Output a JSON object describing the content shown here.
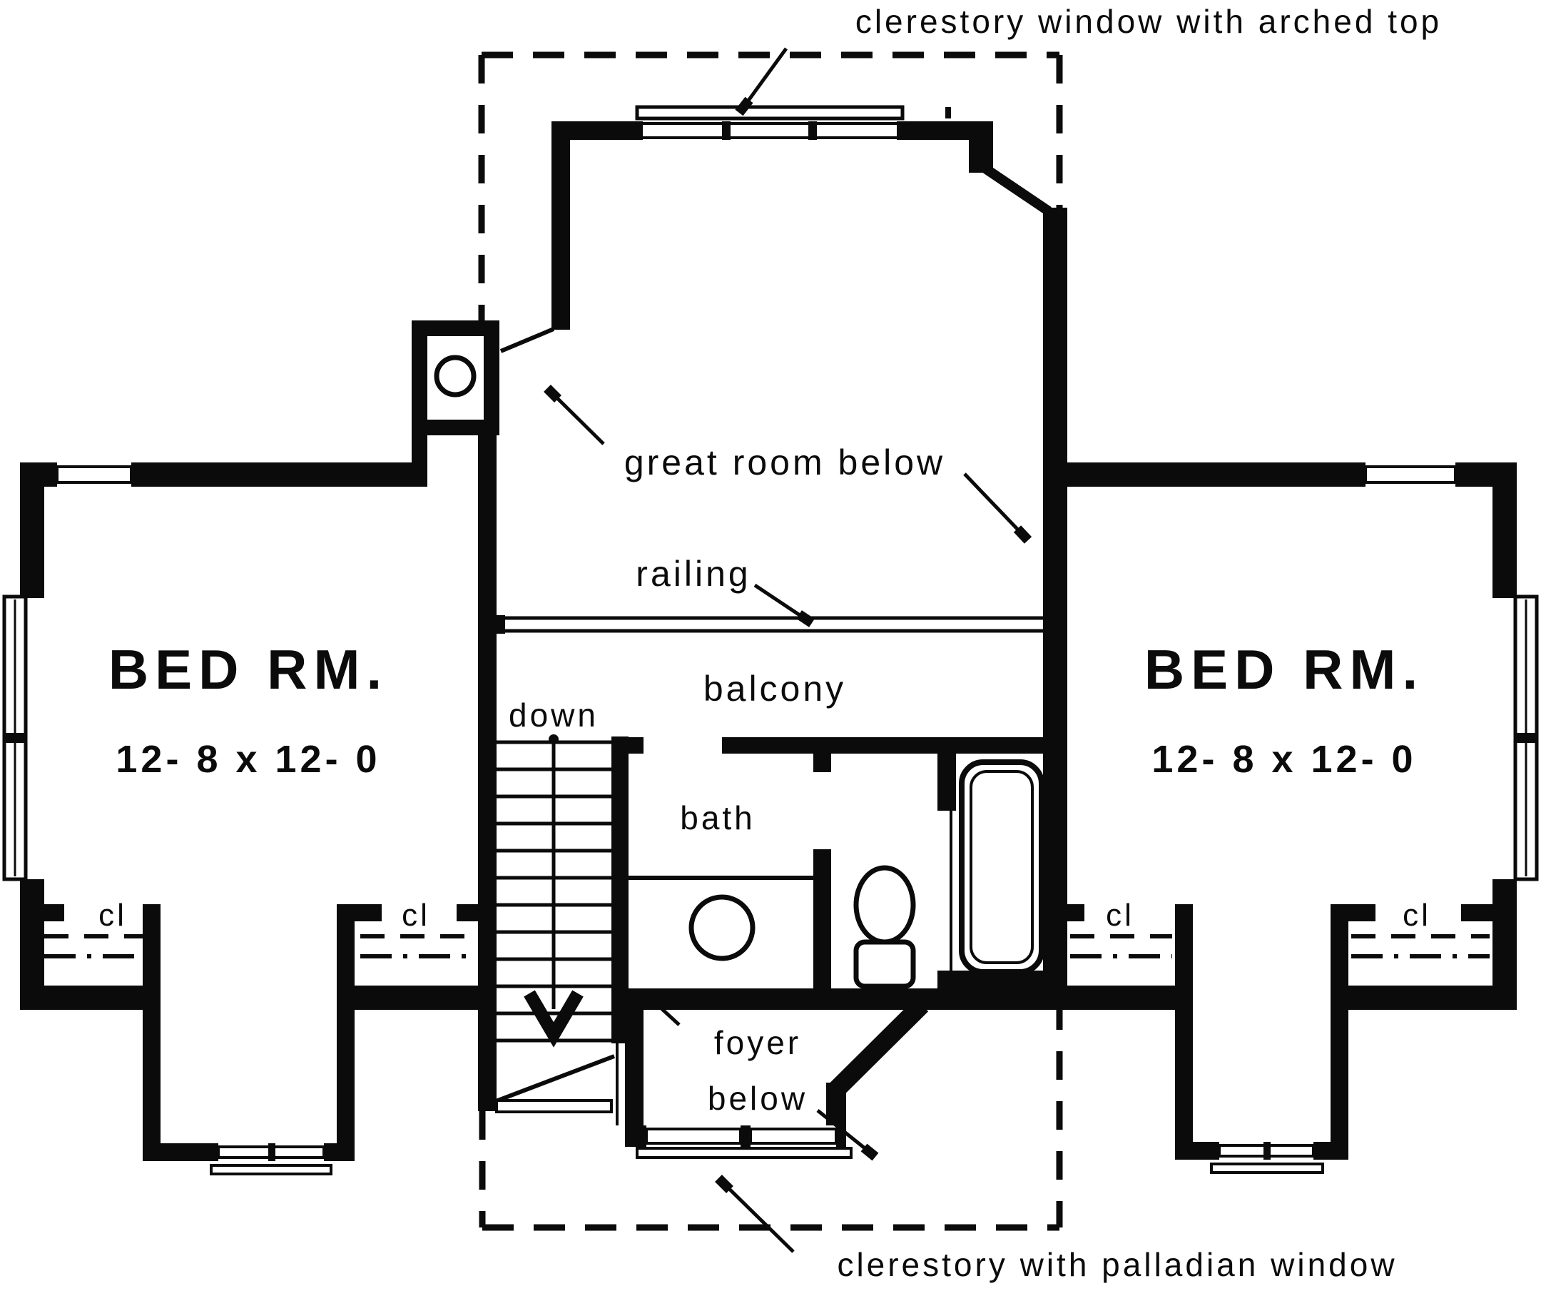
{
  "annotations": {
    "top_title": "clerestory window with arched top",
    "bottom_title": "clerestory with palladian window",
    "great_room": "great room below",
    "railing": "railing",
    "balcony": "balcony",
    "stairs_direction": "down",
    "bath": "bath",
    "foyer_line1": "foyer",
    "foyer_line2": "below",
    "closet_abbr": "cl"
  },
  "rooms": {
    "bedroom_left": {
      "name": "BED RM.",
      "dims": "12- 8 x 12- 0"
    },
    "bedroom_right": {
      "name": "BED RM.",
      "dims": "12- 8 x 12- 0"
    }
  },
  "colors": {
    "ink": "#0b0b0b",
    "background": "#ffffff"
  }
}
